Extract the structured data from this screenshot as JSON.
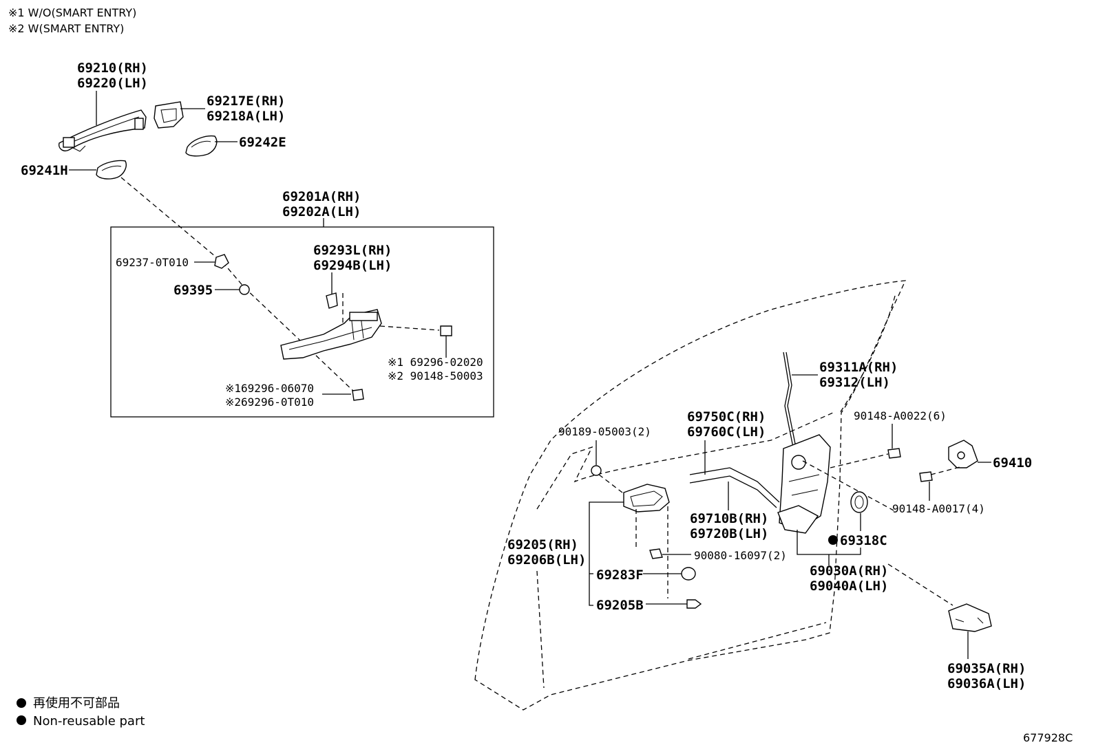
{
  "notes": {
    "note1": "※1 W/O(SMART ENTRY)",
    "note2": "※2 W(SMART ENTRY)"
  },
  "labels": {
    "handle_rh": "69210(RH)",
    "handle_lh": "69220(LH)",
    "cover_rh": "69217E(RH)",
    "cover_lh": "69218A(LH)",
    "pad_69242": "69242E",
    "pad_69241": "69241H",
    "frame_rh": "69201A(RH)",
    "frame_lh": "69202A(LH)",
    "clip_69237": "69237-0T010",
    "clip_69395": "69395",
    "bracket_rh": "69293L(RH)",
    "bracket_lh": "69294B(LH)",
    "bolt_a1": "※1 69296-02020",
    "bolt_a2": "※2 90148-50003",
    "bolt_b1": "※169296-06070",
    "bolt_b2": "※269296-0T010",
    "rod_rh": "69311A(RH)",
    "rod_lh": "69312(LH)",
    "nut_90189": "90189-05003(2)",
    "cable_rh": "69750C(RH)",
    "cable_lh": "69760C(LH)",
    "screw_90148_22": "90148-A0022(6)",
    "striker": "69410",
    "screw_90148_17": "90148-A0017(4)",
    "cable2_rh": "69710B(RH)",
    "cable2_lh": "69720B(LH)",
    "inner_rh": "69205(RH)",
    "inner_lh": "69206B(LH)",
    "screw_90080": "90080-16097(2)",
    "seal": "69318C",
    "lock_rh": "69030A(RH)",
    "lock_lh": "69040A(LH)",
    "cap": "69283F",
    "bezel": "69205B",
    "cover2_rh": "69035A(RH)",
    "cover2_lh": "69036A(LH)"
  },
  "legend": {
    "jp": "再使用不可部品",
    "en": "Non-reusable part"
  },
  "diagram_id": "677928C"
}
